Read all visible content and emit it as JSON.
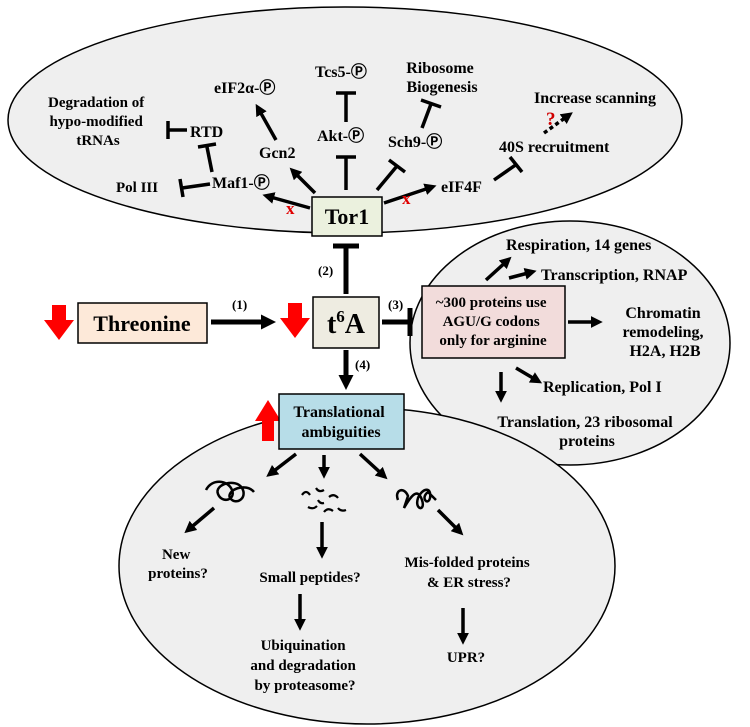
{
  "nodes": {
    "tor1": "Tor1",
    "threonine": "Threonine",
    "t6a_base": "t",
    "t6a_sup": "6",
    "t6a_end": "A",
    "degradation": [
      "Degradation of",
      "hypo-modified",
      "tRNAs"
    ],
    "rtd": "RTD",
    "pol3": "Pol III",
    "maf1": "Maf1-Ⓟ",
    "gcn2": "Gcn2",
    "eif2a": "eIF2α-Ⓟ",
    "tcs5": "Tcs5-Ⓟ",
    "akt": "Akt-Ⓟ",
    "ribosome": [
      "Ribosome",
      "Biogenesis"
    ],
    "sch9": "Sch9-Ⓟ",
    "increase_scanning": "Increase scanning",
    "recruit40s": "40S recruitment",
    "eif4f": "eIF4F",
    "question": "?",
    "x1": "x",
    "x2": "x",
    "proteins300": [
      "~300 proteins use",
      "AGU/G codons",
      "only for arginine"
    ],
    "respiration": "Respiration, 14 genes",
    "transcription": "Transcription, RNAP",
    "chromatin": [
      "Chromatin",
      "remodeling,",
      "H2A, H2B"
    ],
    "replication": "Replication, Pol I",
    "translation": [
      "Translation, 23 ribosomal",
      "proteins"
    ],
    "ambiguities": [
      "Translational",
      "ambiguities"
    ],
    "new_proteins": [
      "New",
      "proteins?"
    ],
    "small_peptides": "Small peptides?",
    "misfolded": [
      "Mis-folded proteins",
      "& ER stress?"
    ],
    "ubiquination": [
      "Ubiquination",
      "and degradation",
      "by proteasome?"
    ],
    "upr": "UPR?"
  },
  "steps": {
    "s1": "(1)",
    "s2": "(2)",
    "s3": "(3)",
    "s4": "(4)"
  },
  "colors": {
    "ellipse_fill": "#efefef",
    "tor1_box": "#ebf1de",
    "t6a_box": "#eeece1",
    "threonine_box": "#fde9d9",
    "proteins_box": "#f2dcdb",
    "ambiguities_box": "#b7dde8",
    "red": "#ff0000"
  }
}
